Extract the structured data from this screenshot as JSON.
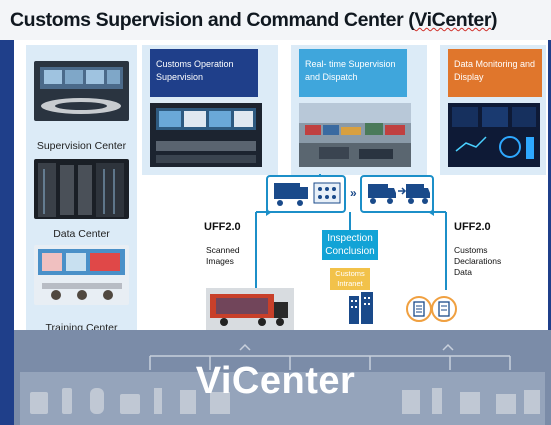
{
  "title": {
    "main": "Customs Supervision and Command Center (",
    "underlined": "ViCenter",
    "close": ")"
  },
  "left_column": {
    "items": [
      {
        "label": "Supervision Center"
      },
      {
        "label": "Data Center"
      },
      {
        "label": "Training Center"
      }
    ]
  },
  "panels": [
    {
      "title": "Customs Operation Supervision",
      "color": "#1f3f8a"
    },
    {
      "title": "Real- time Supervision and Dispatch",
      "color": "#3fa6dc"
    },
    {
      "title": "Data Monitoring and Display",
      "color": "#e0762c"
    }
  ],
  "flow": {
    "left_protocol": "UFF2.0",
    "left_caption": "Scanned Images",
    "right_protocol": "UFF2.0",
    "right_caption": "Customs Declarations Data",
    "inspection": "Inspection Conclusion",
    "intranet": "Customs Intranet"
  },
  "banner": "ViCenter",
  "colors": {
    "background": "#1f3f8a",
    "accent_blue": "#1c8fc8",
    "inspection": "#12a3d6",
    "intranet": "#f2c24a"
  }
}
